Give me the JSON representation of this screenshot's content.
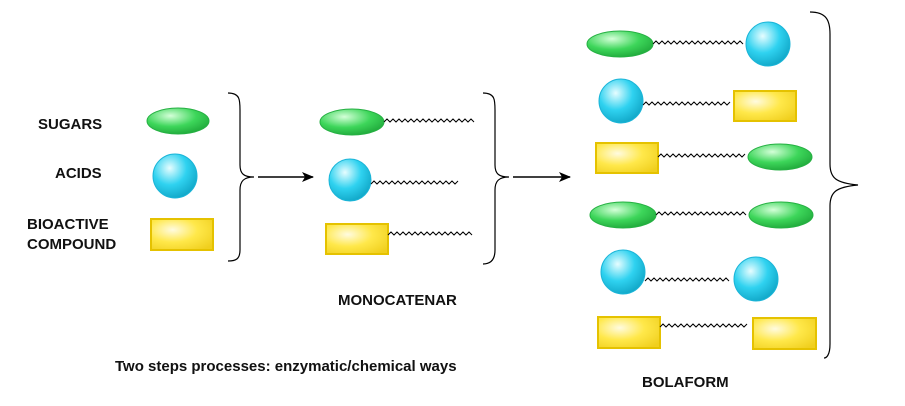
{
  "labels": {
    "sugars": "SUGARS",
    "acids": "ACIDS",
    "bioactive_line1": "BIOACTIVE",
    "bioactive_line2": "COMPOUND",
    "monocatenar": "MONOCATENAR",
    "bolaform": "BOLAFORM",
    "process": "Two steps processes: enzymatic/chemical ways"
  },
  "colors": {
    "sugar_fill": "#3dd65a",
    "sugar_highlight": "#d4ffd8",
    "acid_fill": "#2fd2f0",
    "acid_highlight": "#e6fdff",
    "bioactive_fill": "#ffe84a",
    "bioactive_stroke": "#e5c200",
    "bioactive_highlight": "#fffbe0",
    "line": "#000000"
  },
  "monocatenar_components": [
    "sugar",
    "acid",
    "bioactive"
  ],
  "bolaform_pairs": [
    [
      "sugar",
      "acid"
    ],
    [
      "acid",
      "bioactive"
    ],
    [
      "bioactive",
      "sugar"
    ],
    [
      "sugar",
      "sugar"
    ],
    [
      "acid",
      "acid"
    ],
    [
      "bioactive",
      "bioactive"
    ]
  ]
}
